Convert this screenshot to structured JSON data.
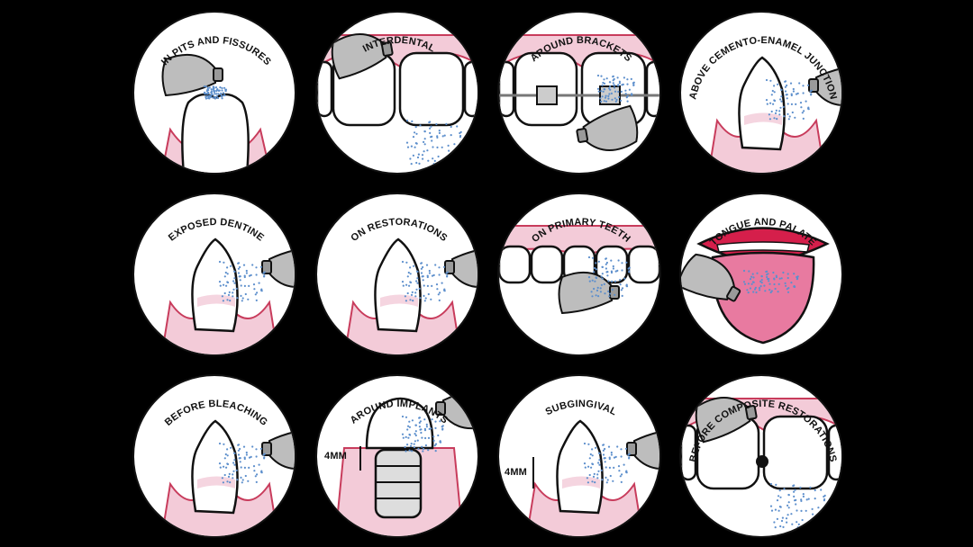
{
  "tiles": [
    {
      "id": "pits-fissures",
      "label": "IN PITS AND FISSURES",
      "icons": [
        "tooth-crown",
        "powder-nozzle",
        "gum"
      ]
    },
    {
      "id": "interdental",
      "label": "INTERDENTAL",
      "icons": [
        "front-teeth",
        "powder-nozzle",
        "gum"
      ]
    },
    {
      "id": "around-brackets",
      "label": "AROUND BRACKETS",
      "icons": [
        "front-teeth",
        "orthodontic-brackets",
        "powder-nozzle",
        "gum"
      ]
    },
    {
      "id": "above-cej",
      "label": "ABOVE CEMENTO-ENAMEL JUNCTION",
      "icons": [
        "tooth-side",
        "powder-nozzle",
        "gum"
      ]
    },
    {
      "id": "exposed-dentine",
      "label": "EXPOSED DENTINE",
      "icons": [
        "tooth-side",
        "powder-nozzle",
        "gum"
      ]
    },
    {
      "id": "on-restorations",
      "label": "ON RESTORATIONS",
      "icons": [
        "tooth-side",
        "powder-nozzle",
        "gum"
      ]
    },
    {
      "id": "primary-teeth",
      "label": "ON PRIMARY TEETH",
      "icons": [
        "primary-teeth",
        "powder-nozzle",
        "gum"
      ]
    },
    {
      "id": "tongue-palate",
      "label": "TONGUE AND PALATE",
      "icons": [
        "open-mouth",
        "tongue",
        "powder-nozzle"
      ]
    },
    {
      "id": "before-bleaching",
      "label": "BEFORE BLEACHING",
      "icons": [
        "tooth-side",
        "powder-nozzle",
        "gum"
      ]
    },
    {
      "id": "around-implants",
      "label": "AROUND IMPLANTS",
      "icons": [
        "implant",
        "powder-nozzle",
        "gum"
      ],
      "measure": "4MM"
    },
    {
      "id": "subgingival",
      "label": "SUBGINGIVAL",
      "icons": [
        "tooth-side",
        "powder-nozzle",
        "gum"
      ],
      "measure": "4MM"
    },
    {
      "id": "before-composite",
      "label": "BEFORE COMPOSITE RESTORATIONS",
      "icons": [
        "front-teeth",
        "cavity",
        "powder-nozzle",
        "gum"
      ]
    }
  ],
  "colors": {
    "background": "#000000",
    "circle": "#ffffff",
    "gum": "#f3cbd8",
    "gumStroke": "#c83c5c",
    "nozzle": "#bdbdbd",
    "spray": "#5d8fcc",
    "tongue": "#e87aa0",
    "lips": "#d51f4b"
  }
}
